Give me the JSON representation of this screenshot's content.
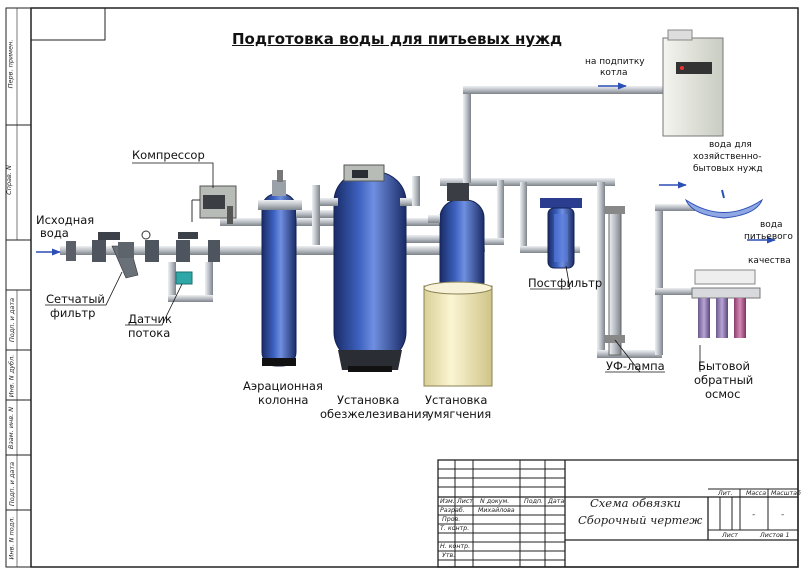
{
  "title": "Подготовка воды для питьевых нужд",
  "labels": {
    "source_water_1": "Исходная",
    "source_water_2": "вода",
    "compressor": "Компрессор",
    "mesh_filter_1": "Сетчатый",
    "mesh_filter_2": "фильтр",
    "flow_sensor_1": "Датчик",
    "flow_sensor_2": "потока",
    "aeration_1": "Аэрационная",
    "aeration_2": "колонна",
    "deferrization_1": "Установка",
    "deferrization_2": "обезжелезивания",
    "softening_1": "Установка",
    "softening_2": "умягчения",
    "boiler_1": "на подпитку",
    "boiler_2": "котла",
    "household_1": "вода для",
    "household_2": "хозяйственно-",
    "household_3": "бытовых нужд",
    "drinking_1": "вода",
    "drinking_2": "питьевого",
    "drinking_3": "качества",
    "postfilter": "Постфильтр",
    "uv_lamp": "УФ-лампа",
    "ro_1": "Бытовой",
    "ro_2": "обратный",
    "ro_3": "осмос"
  },
  "side_stamp": [
    "Перв. примен.",
    "Справ. N",
    "Подп. и дата",
    "Инв. N дубл.",
    "Взам. инв. N",
    "Подп. и дата",
    "Инв. N подл."
  ],
  "title_block": {
    "name_1": "Схема обвязки",
    "name_2": "Сборочный чертеж",
    "col_izm": "Изм.",
    "col_list": "Лист",
    "col_doc": "N докум.",
    "col_sign": "Подп.",
    "col_date": "Дата",
    "razrab": "Разраб.",
    "razrab_name": "Михайлова",
    "prov": "Пров.",
    "t_kontr": "Т. контр.",
    "n_kontr": "Н. контр.",
    "utv": "Утв.",
    "lit": "Лит.",
    "massa": "Масса",
    "masshtab": "Масштаб",
    "massa_val": "-",
    "masshtab_val": "-",
    "sheet": "Лист",
    "sheets": "Листов 1"
  },
  "colors": {
    "pipe": "#c9cdd1",
    "tank_blue": "#2f4fa3",
    "tank_dark": "#1b2e6e",
    "brine": "#efe6b4",
    "boiler": "#e4e6df"
  }
}
